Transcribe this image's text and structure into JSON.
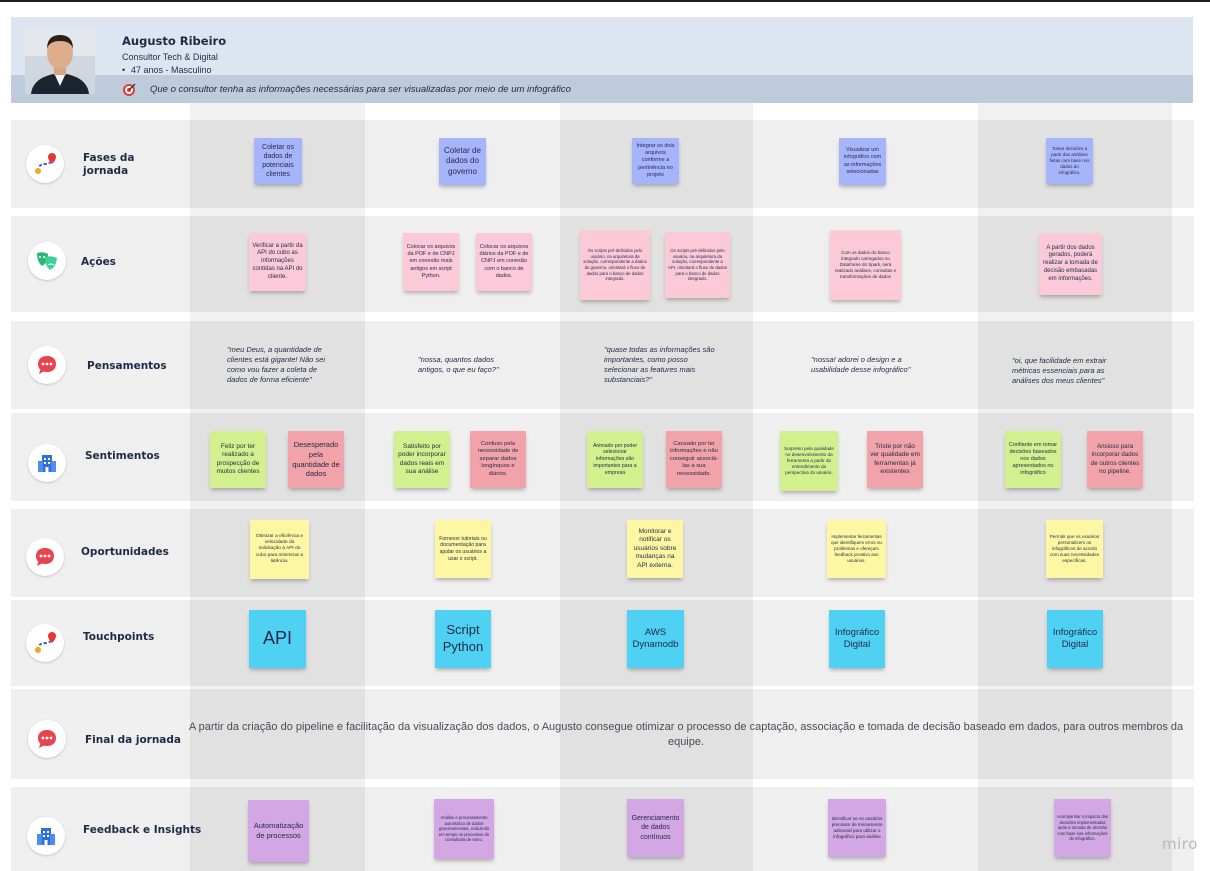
{
  "persona": {
    "name": "Augusto Ribeiro",
    "role": "Consultor Tech & Digital",
    "age": "47 anos - Masculino",
    "goal": "Que o consultor tenha as informações necessárias para ser visualizadas por meio de um infográfico"
  },
  "rows": {
    "fases": "Fases da jornada",
    "acoes": "Ações",
    "pensamentos": "Pensamentos",
    "sentimentos": "Sentimentos",
    "oportunidades": "Oportunidades",
    "touchpoints": "Touchpoints",
    "final": "Final da jornada",
    "feedback": "Feedback e Insights"
  },
  "fases": [
    "Coletar os dados de potenciais clientes",
    "Coletar de dados do governo",
    "Integrar os dois arquivos conforme a pertinência no projeto",
    "Visualizar um infográfico com as informações selecionadas",
    "Tomar decisões a partir das análises feitas com base nos dados do infográfico."
  ],
  "acoes": [
    "Verificar a partir da API do cubo as informações contidas na API do cliente.",
    "Colocar os arquivos da POF e de CNPJ em conexão mais antigos em script Python.",
    "Colocar os arquivos diários da POF e de CNPJ em conexão com o banco de dados.",
    "Os scripts pré-definidos pelo usuário, na arquitetura da solução, correspondente a dados do governo, orientará o fluxo de dados para o banco de dados integrado.",
    "Os scripts pré-definidos pelo usuário, na arquitetura da solução, correspondente a API, orientará o fluxo de dados para o banco de dados integrado.",
    "Com os dados do banco integrado carregados no Dataframe do Spark, será realizado análises, consultas e transformações de dados",
    "A partir dos dados gerados, poderá realizar a tomada de decisão embasadas em informações."
  ],
  "pensamentos": [
    "\"meu Deus, a quantidade de clientes está gigante! Não sei como vou fazer a coleta de dados de forma eficiente\"",
    "\"nossa, quantos dados antigos, o que eu faço?\"",
    "\"quase todas as informações são importantes, como posso selecionar as features mais substanciais?\"",
    "\"nossa! adorei o design e a usabilidade desse infográfico\"",
    "\"oi, que facilidade em extrair métricas essenciais para as análises dos meus clientes\""
  ],
  "sentimentos": [
    "Feliz por ter realizado a prospecção de muitos clientes",
    "Desesperado pela quantidade de dados",
    "Satisfeito por poder incorporar dados reais em sua análise",
    "Confuso pela necessidade de separar dados longínquos e diários.",
    "Animado por poder selecionar informações são importantes para a empresa",
    "Cansado por ter informações e não conseguir associá-las a sua necessidade.",
    "Surpreso pela qualidade no desenvolvimento da ferramenta a partir do entendimento da perspectiva do usuário.",
    "Triste por não ver qualidade em ferramentas já existentes",
    "Confiante em tomar decisões baseados nos dados apresentados no infográfico",
    "Ansioso para incorporar dados de outros clientes no pipeline."
  ],
  "oportunidades": [
    "Otimizar a eficiência e velocidade da solicitação à API do cubo para minimizar a latência.",
    "Fornecer tutoriais ou documentação para ajudar os usuários a usar o script.",
    "Monitorar e notificar os usuários sobre mudanças na API externa.",
    "Implementar ferramentas que identifiquem erros ou problemas e ofereçam feedback proativo aos usuários.",
    "Permitir que os usuários personalizem os infográficos de acordo com suas necessidades específicas."
  ],
  "touchpoints": [
    "API",
    "Script Python",
    "AWS Dynamodb",
    "Infográfico Digital",
    "Infográfico Digital"
  ],
  "final_text": "A partir da criação do pipeline e facilitação da visualização dos dados, o Augusto consegue otimizar o processo de captação, associação e tomada de decisão baseado em dados, para outros membros da equipe.",
  "feedback": [
    "Automatização de processos",
    "Análise e processamento automático de dados governamentais, reduzindo em tempo os processos do consultoria de ramo.",
    "Gerenciamento de dados contínuos",
    "Identificar se os usuários precisam de treinamento adicional para utilizar o infográfico para análise",
    "Acompanhar o impacto das decisões implementadas após a tomada de decisão com base nas informações do infográfico."
  ],
  "brand": "miro",
  "colors": {
    "blue": "#a6b4fb",
    "pink": "#fcc9d9",
    "green": "#d2f18e",
    "red": "#f2a2a9",
    "yellow": "#fdf7a4",
    "cyan": "#4fd1f4",
    "purple": "#d2a7e3"
  },
  "icons": {
    "fases": "route-icon",
    "acoes": "theater-masks-icon",
    "pensamentos": "chat-bubble-icon",
    "sentimentos": "building-icon",
    "oportunidades": "chat-bubble-icon",
    "touchpoints": "route-icon",
    "final": "chat-bubble-icon",
    "feedback": "building-icon",
    "goal": "target-icon"
  }
}
